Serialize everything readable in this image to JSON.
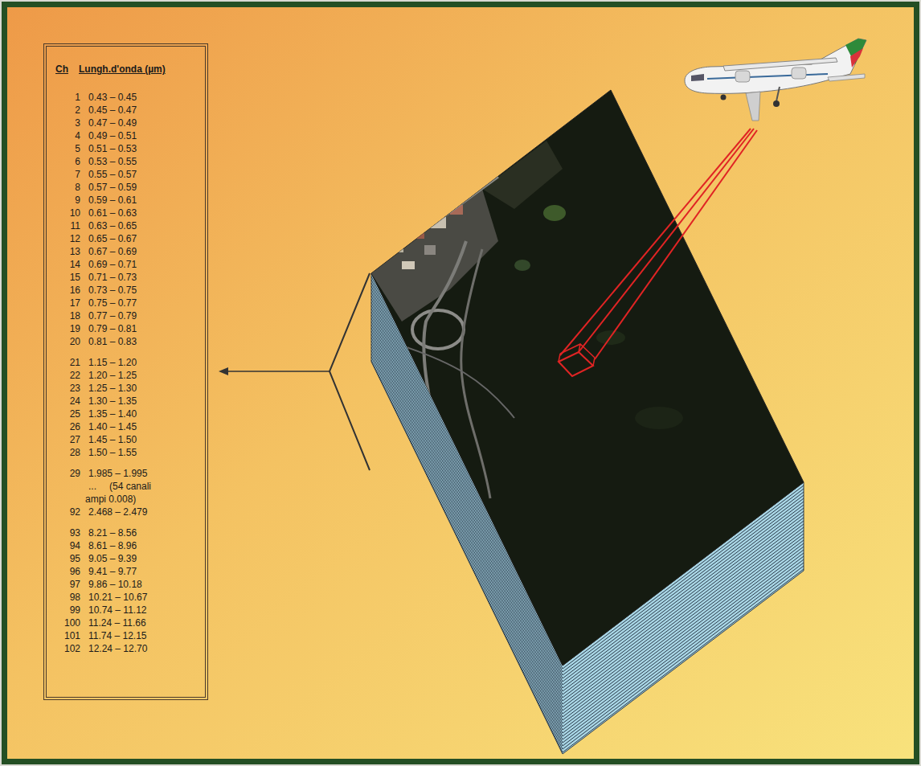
{
  "diagram": {
    "nodes": [
      {
        "text": [
          "Ch",
          "Lungh.d'onda (µm)",
          "1",
          "0.43 – 0.45",
          "2",
          "0.45 – 0.47",
          "3",
          "0.47 – 0.49",
          "4",
          "0.49 – 0.51",
          "5",
          "0.51 – 0.53",
          "6",
          "0.53 – 0.55",
          "7",
          "0.55 – 0.57",
          "8",
          "0.57 – 0.59",
          "9",
          "0.59 – 0.61",
          "10",
          "0.61 – 0.63",
          "11",
          "0.63 – 0.65",
          "12",
          "0.65 – 0.67",
          "13",
          "0.67 – 0.69",
          "14",
          "0.69 – 0.71",
          "15",
          "0.71 – 0.73",
          "16",
          "0.73 – 0.75",
          "17",
          "0.75 – 0.77",
          "18",
          "0.77 – 0.79",
          "19",
          "0.79 – 0.81",
          "20",
          "0.81 – 0.83",
          "21",
          "1.15 – 1.20",
          "22",
          "1.20 – 1.25",
          "23",
          "1.25 – 1.30",
          "24",
          "1.30 – 1.35",
          "25",
          "1.35 – 1.40",
          "26",
          "1.40 – 1.45",
          "27",
          "1.45 – 1.50",
          "28",
          "1.50 – 1.55",
          "29",
          "1.985 – 1.995",
          "...",
          "(54 canali ampi 0.008)",
          "92",
          "2.468 – 2.479",
          "93",
          "8.21 – 8.56",
          "94",
          "8.61 – 8.96",
          "95",
          "9.05 – 9.39",
          "96",
          "9.41 – 9.77",
          "97",
          "9.86 – 10.18",
          "98",
          "10.21 – 10.67",
          "99",
          "10.74 – 11.12",
          "100",
          "11.24 – 11.66",
          "101",
          "11.74 – 12.15",
          "102",
          "12.24 – 12.70"
        ]
      }
    ]
  }
}
